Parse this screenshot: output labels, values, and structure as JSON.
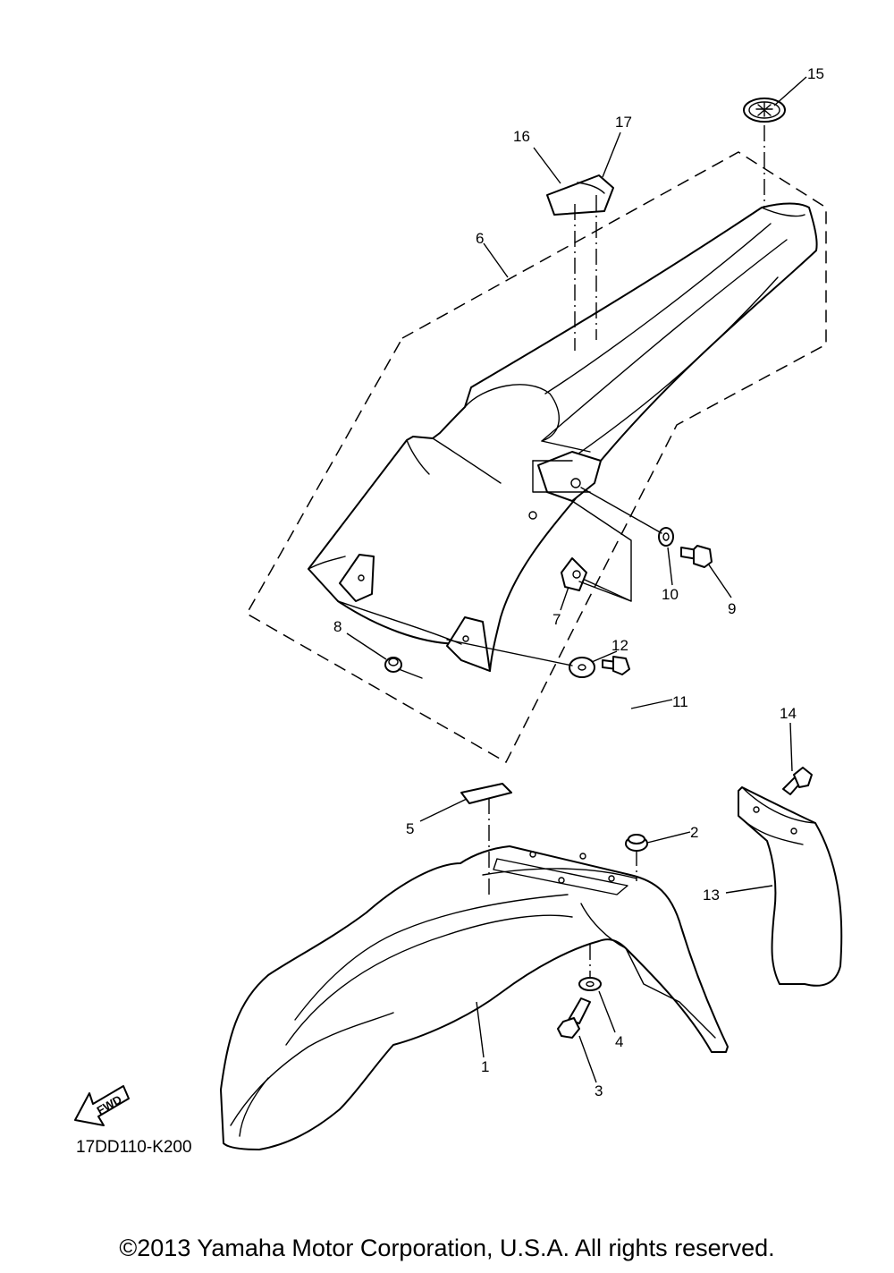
{
  "diagram": {
    "callouts": [
      {
        "key": "c1",
        "label": "1"
      },
      {
        "key": "c2",
        "label": "2"
      },
      {
        "key": "c3",
        "label": "3"
      },
      {
        "key": "c4",
        "label": "4"
      },
      {
        "key": "c5",
        "label": "5"
      },
      {
        "key": "c6",
        "label": "6"
      },
      {
        "key": "c7",
        "label": "7"
      },
      {
        "key": "c8",
        "label": "8"
      },
      {
        "key": "c9",
        "label": "9"
      },
      {
        "key": "c10",
        "label": "10"
      },
      {
        "key": "c11",
        "label": "11"
      },
      {
        "key": "c12",
        "label": "12"
      },
      {
        "key": "c13",
        "label": "13"
      },
      {
        "key": "c14",
        "label": "14"
      },
      {
        "key": "c15",
        "label": "15"
      },
      {
        "key": "c16",
        "label": "16"
      },
      {
        "key": "c17",
        "label": "17"
      }
    ],
    "fwd_label": "FWD",
    "diagram_code": "17DD110-K200"
  },
  "footer": {
    "copyright": "©2013 Yamaha Motor Corporation, U.S.A. All rights reserved."
  }
}
